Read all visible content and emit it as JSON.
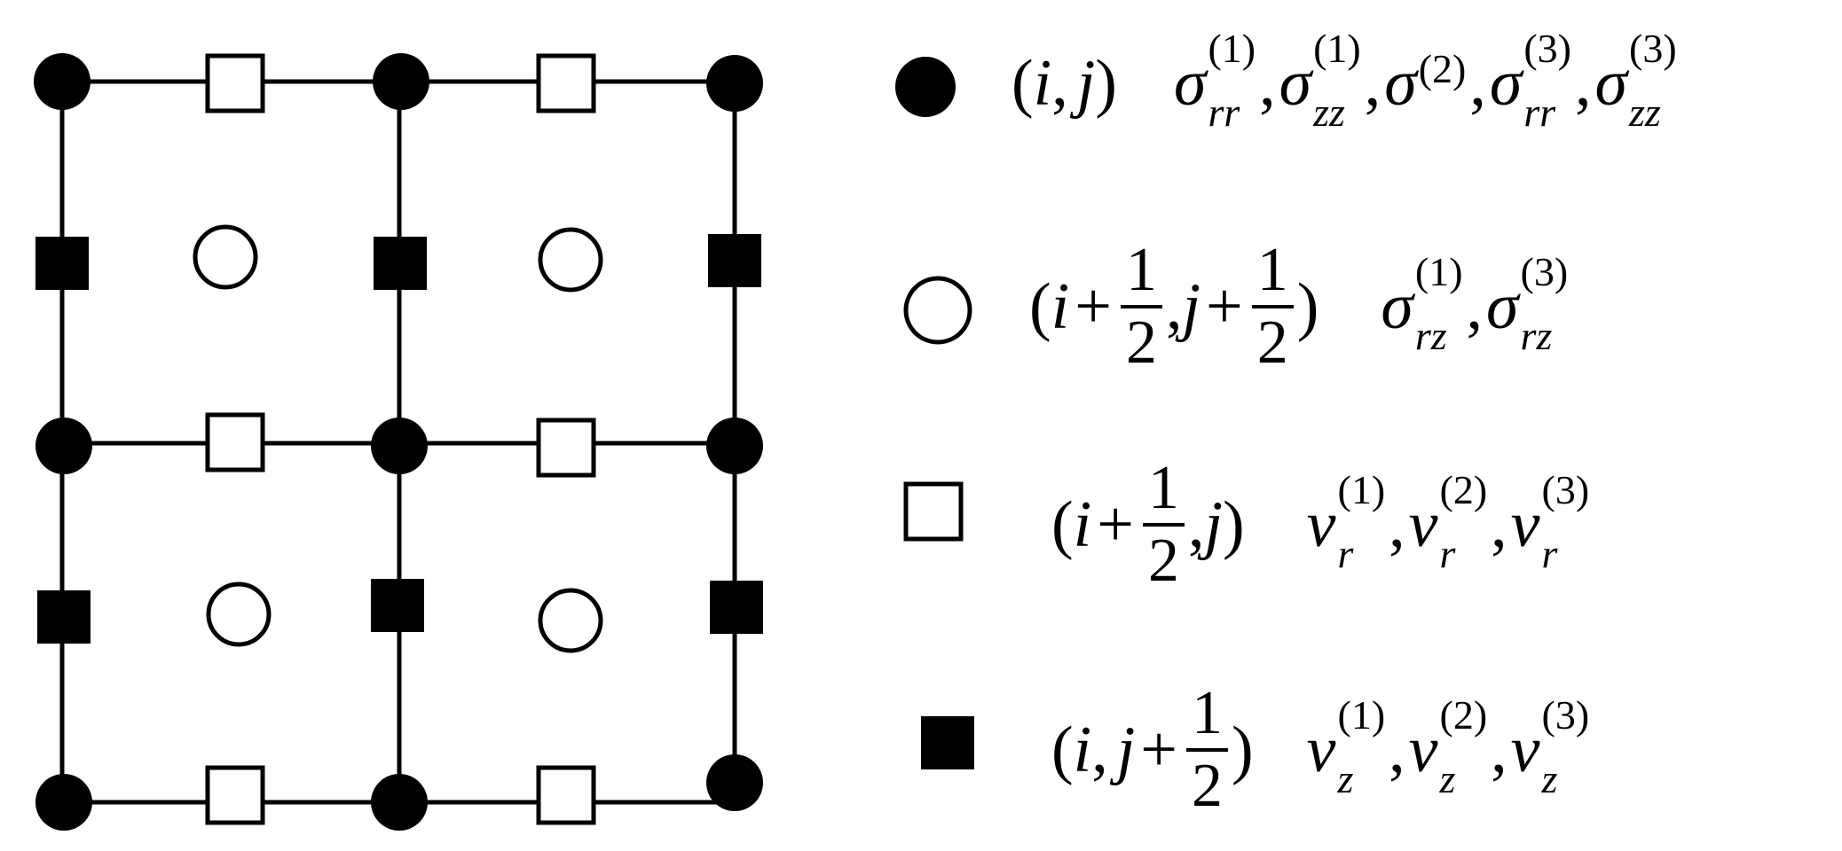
{
  "grid": {
    "description_nodes": [
      "filled-circle",
      "open-circle",
      "open-square",
      "filled-square"
    ]
  },
  "legend": [
    {
      "symbol": "filled-circle",
      "coord": {
        "open": "(",
        "i": "i",
        "comma": ",",
        "j": "j",
        "close": ")"
      },
      "vars": [
        {
          "sym": "σ",
          "sup": "(1)",
          "sub": "rr"
        },
        {
          "sym": "σ",
          "sup": "(1)",
          "sub": "zz"
        },
        {
          "sym": "σ",
          "sup": "(2)",
          "sub": ""
        },
        {
          "sym": "σ",
          "sup": "(3)",
          "sub": "rr"
        },
        {
          "sym": "σ",
          "sup": "(3)",
          "sub": "zz"
        }
      ]
    },
    {
      "symbol": "open-circle",
      "coord": {
        "open": "(",
        "i": "i",
        "plus1": "+",
        "num1": "1",
        "den1": "2",
        "comma": ",",
        "j": "j",
        "plus2": "+",
        "num2": "1",
        "den2": "2",
        "close": ")"
      },
      "vars": [
        {
          "sym": "σ",
          "sup": "(1)",
          "sub": "rz"
        },
        {
          "sym": "σ",
          "sup": "(3)",
          "sub": "rz"
        }
      ]
    },
    {
      "symbol": "open-square",
      "coord": {
        "open": "(",
        "i": "i",
        "plus1": "+",
        "num1": "1",
        "den1": "2",
        "comma": ",",
        "j": "j",
        "close": ")"
      },
      "vars": [
        {
          "sym": "v",
          "sup": "(1)",
          "sub": "r"
        },
        {
          "sym": "v",
          "sup": "(2)",
          "sub": "r"
        },
        {
          "sym": "v",
          "sup": "(3)",
          "sub": "r"
        }
      ]
    },
    {
      "symbol": "filled-square",
      "coord": {
        "open": "(",
        "i": "i",
        "comma": ",",
        "j": "j",
        "plus2": "+",
        "num2": "1",
        "den2": "2",
        "close": ")"
      },
      "vars": [
        {
          "sym": "v",
          "sup": "(1)",
          "sub": "z"
        },
        {
          "sym": "v",
          "sup": "(2)",
          "sub": "z"
        },
        {
          "sym": "v",
          "sup": "(3)",
          "sub": "z"
        }
      ]
    }
  ]
}
